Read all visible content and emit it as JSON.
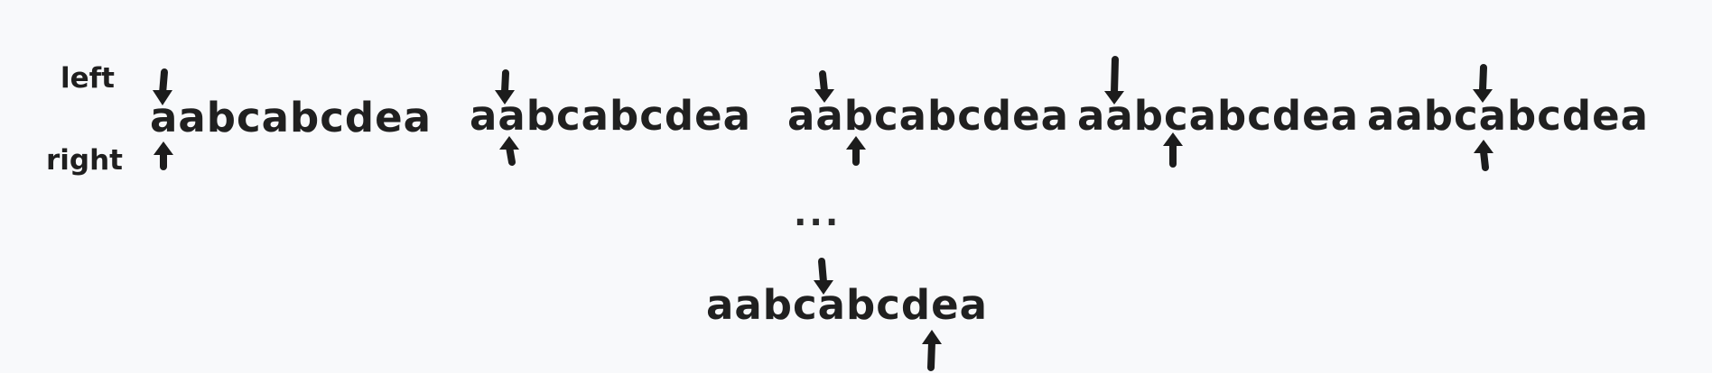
{
  "labels": {
    "left": "left",
    "right": "right"
  },
  "rows": [
    {
      "word": "aabcabcdea"
    },
    {
      "word": "aabcabcdea"
    },
    {
      "word": "aabcabcdea"
    },
    {
      "word": "aabcabcdea"
    },
    {
      "word": "aabcabcdea"
    }
  ],
  "ellipsis": "...",
  "final": {
    "word": "aabcabcdea"
  },
  "colors": {
    "background": "#f8f9fb",
    "ink": "#1c1c1c"
  }
}
